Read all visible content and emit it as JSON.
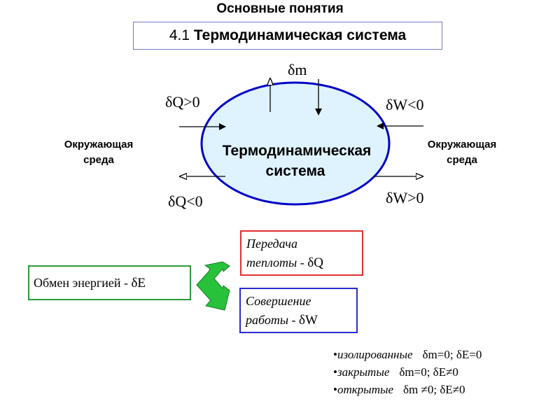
{
  "header": {
    "title": "Основные понятия",
    "subtitle_number": "4.1",
    "subtitle_text": "Термодинамическая система"
  },
  "diagram": {
    "system_line1": "Термодинамическая",
    "system_line2": "система",
    "mass_label": "δm",
    "heat_in_label": "δQ>0",
    "heat_out_label": "δQ<0",
    "work_in_label": "δW<0",
    "work_out_label": "δW>0",
    "env_left_line1": "Окружающая",
    "env_left_line2": "среда",
    "env_right_line1": "Окружающая",
    "env_right_line2": "среда",
    "colors": {
      "ellipse_fill": "#dff3ff",
      "ellipse_stroke": "#0000c8",
      "double_arrow": "#27c23a"
    }
  },
  "energy": {
    "exchange_text": "Обмен энергией - ",
    "exchange_symbol": "δE",
    "heat_line1": "Передача",
    "heat_line2": "теплоты - ",
    "heat_symbol": "δQ",
    "work_line1": "Совершение",
    "work_line2": "работы - ",
    "work_symbol": "δW"
  },
  "system_types": [
    {
      "bullet": "•",
      "name": "изолированные",
      "values": "δm=0;   δE=0"
    },
    {
      "bullet": "•",
      "name": "закрытые",
      "values": "δm=0;   δE≠0"
    },
    {
      "bullet": "•",
      "name": "открытые",
      "values": "δm ≠0;  δE≠0"
    }
  ]
}
